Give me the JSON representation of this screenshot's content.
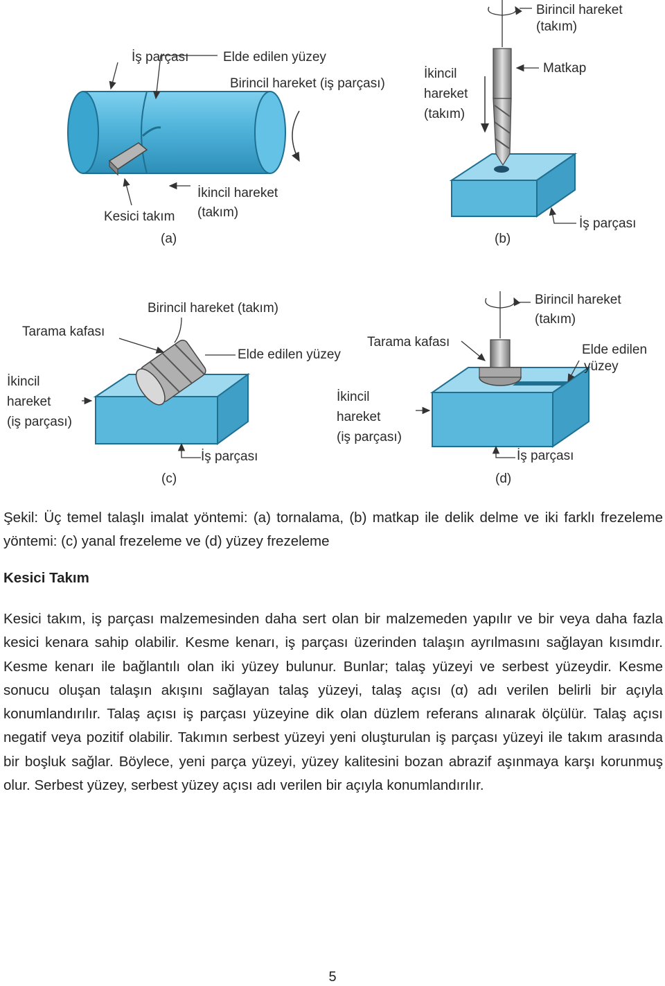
{
  "figure": {
    "a": {
      "sub_label": "(a)",
      "label_workpiece": "İş parçası",
      "label_surface": "Elde edilen yüzey",
      "label_primary": "Birincil hareket (iş parçası)",
      "label_tool": "Kesici takım",
      "label_secondary_line1": "İkincil hareket",
      "label_secondary_line2": "(takım)"
    },
    "b": {
      "sub_label": "(b)",
      "label_primary_line1": "Birincil hareket",
      "label_primary_line2": "(takım)",
      "label_drill": "Matkap",
      "label_secondary_line1": "İkincil",
      "label_secondary_line2": "hareket",
      "label_secondary_line3": "(takım)",
      "label_workpiece": "İş parçası"
    },
    "c": {
      "sub_label": "(c)",
      "label_primary": "Birincil hareket (takım)",
      "label_head": "Tarama kafası",
      "label_surface": "Elde edilen yüzey",
      "label_secondary_line1": "İkincil",
      "label_secondary_line2": "hareket",
      "label_secondary_line3": "(iş parçası)",
      "label_workpiece": "İş parçası"
    },
    "d": {
      "sub_label": "(d)",
      "label_head": "Tarama kafası",
      "label_primary_line1": "Birincil hareket",
      "label_primary_line2": "(takım)",
      "label_surface_line1": "Elde edilen",
      "label_surface_line2": "yüzey",
      "label_secondary_line1": "İkincil",
      "label_secondary_line2": "hareket",
      "label_secondary_line3": "(iş parçası)",
      "label_workpiece": "İş parçası"
    },
    "colors": {
      "workpiece": "#5ab8dc",
      "workpiece_dark": "#3f9fc6",
      "tool": "#9a9a9a"
    }
  },
  "caption": "Şekil: Üç temel talaşlı imalat yöntemi: (a) tornalama, (b) matkap ile delik delme ve iki farklı frezeleme yöntemi: (c) yanal frezeleme ve (d) yüzey frezeleme",
  "heading": "Kesici Takım",
  "paragraph": "Kesici takım, iş parçası malzemesinden daha sert olan bir malzemeden yapılır ve bir veya daha fazla kesici kenara sahip olabilir. Kesme kenarı, iş parçası üzerinden talaşın ayrılmasını sağlayan kısımdır. Kesme kenarı ile bağlantılı olan iki yüzey bulunur. Bunlar; talaş yüzeyi ve serbest yüzeydir. Kesme sonucu oluşan talaşın akışını sağlayan talaş yüzeyi, talaş açısı (α) adı verilen belirli bir açıyla konumlandırılır. Talaş açısı iş parçası yüzeyine dik olan düzlem referans alınarak ölçülür. Talaş açısı negatif veya pozitif olabilir. Takımın serbest yüzeyi yeni oluşturulan iş parçası yüzeyi ile takım arasında bir boşluk sağlar. Böylece, yeni parça yüzeyi, yüzey kalitesini bozan abrazif aşınmaya karşı korunmuş olur. Serbest yüzey, serbest yüzey açısı adı verilen bir açıyla konumlandırılır.",
  "page_number": "5"
}
